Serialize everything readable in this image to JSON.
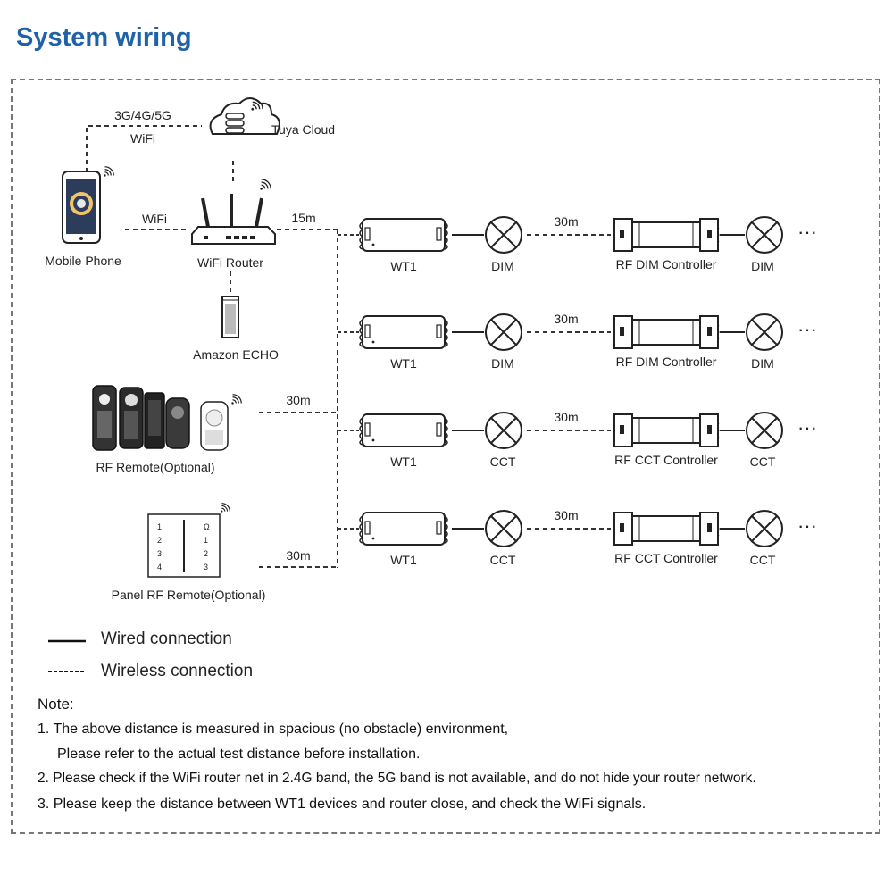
{
  "title": "System wiring",
  "labels": {
    "cellular": "3G/4G/5G",
    "cloud_wifi": "WiFi",
    "cloud": "Tuya Cloud",
    "phone": "Mobile Phone",
    "phone_wifi": "WiFi",
    "router": "WiFi Router",
    "router_dist": "15m",
    "echo": "Amazon ECHO",
    "remote": "RF Remote(Optional)",
    "remote_dist": "30m",
    "panel": "Panel RF Remote(Optional)",
    "panel_dist": "30m",
    "panel_keys_left": [
      "1",
      "2",
      "3",
      "4"
    ],
    "panel_keys_right": [
      "Ω",
      "1",
      "2",
      "3"
    ]
  },
  "rows": [
    {
      "device": "WT1",
      "lamp1": "DIM",
      "distance": "30m",
      "controller": "RF DIM Controller",
      "lamp2": "DIM",
      "more": "···"
    },
    {
      "device": "WT1",
      "lamp1": "DIM",
      "distance": "30m",
      "controller": "RF DIM Controller",
      "lamp2": "DIM",
      "more": "···"
    },
    {
      "device": "WT1",
      "lamp1": "CCT",
      "distance": "30m",
      "controller": "RF CCT Controller",
      "lamp2": "CCT",
      "more": "···"
    },
    {
      "device": "WT1",
      "lamp1": "CCT",
      "distance": "30m",
      "controller": "RF CCT Controller",
      "lamp2": "CCT",
      "more": "···"
    }
  ],
  "legend": {
    "wired": "Wired connection",
    "wireless": "Wireless connection"
  },
  "notes": {
    "heading": "Note:",
    "lines": [
      "1. The above distance is measured in spacious (no obstacle) environment,",
      "Please refer to the actual test distance before installation.",
      "2. Please check if the WiFi router net in 2.4G band, the 5G band is not available, and do not hide your router network.",
      "3. Please keep the distance between WT1 devices and router close, and check the WiFi signals."
    ]
  }
}
